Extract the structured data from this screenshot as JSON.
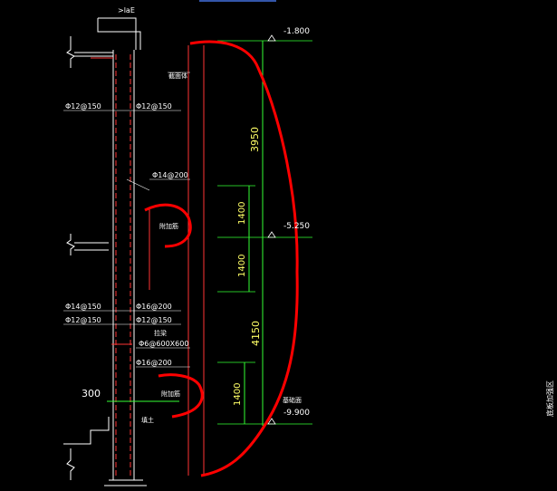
{
  "drawing": {
    "labels": {
      "lae_callout": ">laE",
      "level_top": "-1.800",
      "level_mid": "-5.250",
      "level_bottom": "-9.900",
      "label_waterproof_top": "截面体",
      "rebar_top_left": "Φ12@150",
      "rebar_top_right": "Φ12@150",
      "rebar_center": "Φ14@200",
      "label_add_bar_1": "附加筋",
      "rebar_bot_left_1": "Φ14@150",
      "rebar_bot_left_2": "Φ12@150",
      "rebar_bot_right_1": "Φ16@200",
      "rebar_bot_right_2": "Φ12@150",
      "label_beam": "拉梁",
      "rebar_stirrup": "Φ6@600X600",
      "rebar_bot_right_3": "Φ16@200",
      "label_add_bar_2": "附加筋",
      "label_backfill": "填土",
      "label_foundation": "基础面",
      "dim_300": "300",
      "dim_3950": "3950",
      "dim_1400_a": "1400",
      "dim_1400_b": "1400",
      "dim_4150": "4150",
      "dim_1400_c": "1400",
      "side_note": "底板加强区"
    },
    "colors": {
      "background": "#000000",
      "outline": "#ffffff",
      "rebar": "#ff3333",
      "dimension": "#33ff33",
      "annotation_text": "#ffffff",
      "dim_text": "#ffff66",
      "markup": "#ff0000",
      "header_bar": "#3355aa"
    }
  }
}
